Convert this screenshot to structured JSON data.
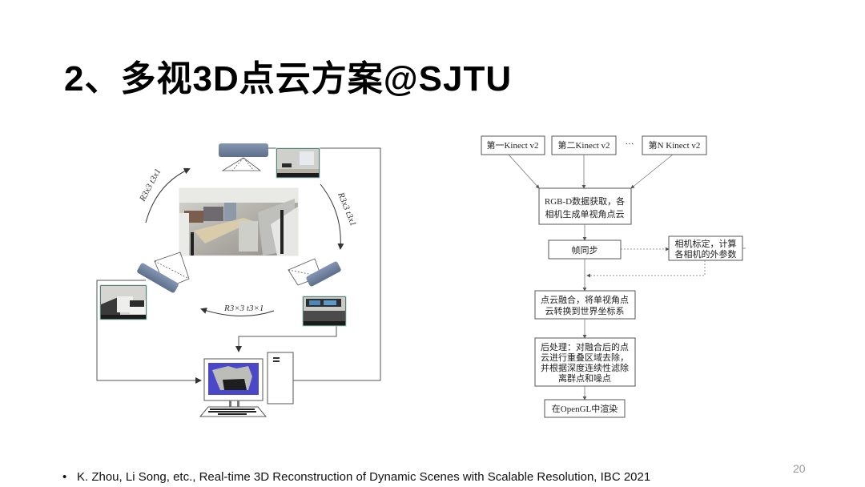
{
  "slide": {
    "title": "2、多视3D点云方案@SJTU",
    "page_number": "20",
    "reference": "K. Zhou, Li Song, etc., Real-time 3D Reconstruction of Dynamic Scenes with Scalable Resolution, IBC 2021"
  },
  "left_diagram": {
    "transform_label_left": "R3x3 t3x1",
    "transform_label_right": "R3x3 t3x1",
    "transform_label_bottom": "R3×3 t3×1",
    "colors": {
      "camera": "#6c7f9c",
      "screen": "#4a48c8",
      "line": "#555555"
    }
  },
  "flowchart": {
    "sources": [
      "第一Kinect v2",
      "第二Kinect v2",
      "第N Kinect v2"
    ],
    "ellipsis": "···",
    "step1_line1": "RGB-D数据获取，各",
    "step1_line2": "相机生成单视角点云",
    "step2": "帧同步",
    "side_line1": "相机标定，计算",
    "side_line2": "各相机的外参数",
    "step3_line1": "点云融合，将单视角点",
    "step3_line2": "云转换到世界坐标系",
    "step4_line1": "后处理：对融合后的点",
    "step4_line2": "云进行重叠区域去除，",
    "step4_line3": "并根据深度连续性滤除",
    "step4_line4": "离群点和噪点",
    "step5": "在OpenGL中渲染"
  }
}
